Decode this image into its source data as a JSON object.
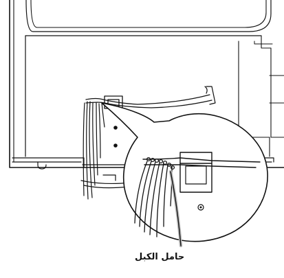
{
  "callout": {
    "label": "حامل الكبل"
  },
  "colors": {
    "line": "#111111",
    "background": "#ffffff",
    "highlight": "#bdbdbd"
  },
  "icons": [
    "tv-back-panel",
    "cable-holder",
    "magnifier-circle",
    "cable-bundle"
  ]
}
